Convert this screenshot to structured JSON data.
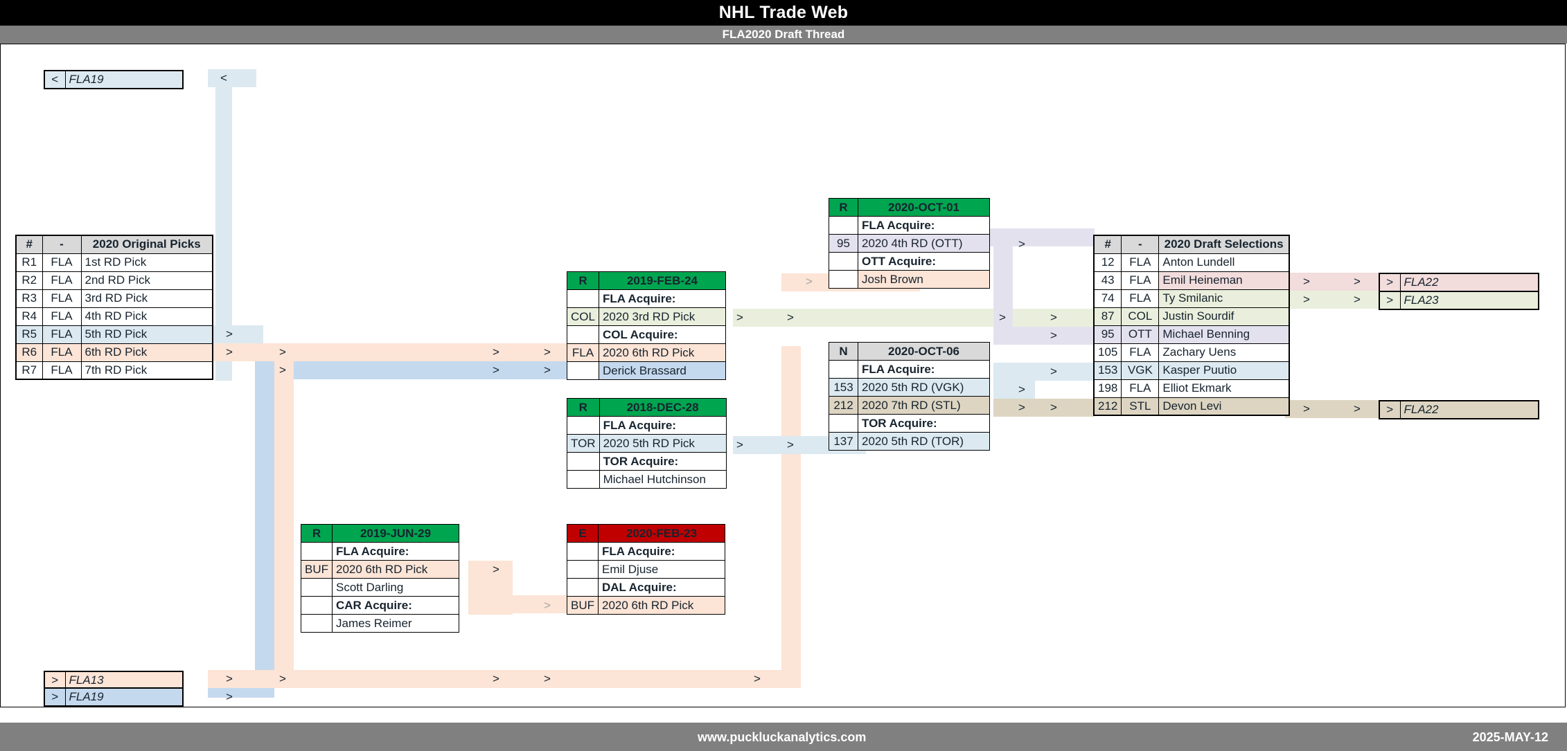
{
  "header": {
    "title": "NHL Trade Web",
    "subtitle": "FLA2020 Draft Thread"
  },
  "footer": {
    "website": "www.puckluckanalytics.com",
    "date": "2025-MAY-12"
  },
  "colors": {
    "trade_green": "#00a550",
    "expansion_red": "#c00000",
    "neutral_gray": "#d9d9d9",
    "band_blue": "#dce9f1",
    "band_orange": "#fce4d6",
    "band_green": "#e9efdc",
    "band_purple": "#e4e1ef",
    "band_tan": "#ddd5c2",
    "band_pink": "#f2dcdc",
    "band_steelblue": "#c5d9ee",
    "band_lightblue": "#d9e8f3",
    "dim_text": "#a6a6a6"
  },
  "tables": {
    "original_picks": {
      "headers": [
        "#",
        "-",
        "2020 Original Picks"
      ],
      "rows": [
        {
          "num": "R1",
          "team": "FLA",
          "pick": "1st RD Pick"
        },
        {
          "num": "R2",
          "team": "FLA",
          "pick": "2nd RD Pick"
        },
        {
          "num": "R3",
          "team": "FLA",
          "pick": "3rd RD Pick"
        },
        {
          "num": "R4",
          "team": "FLA",
          "pick": "4th RD Pick"
        },
        {
          "num": "R5",
          "team": "FLA",
          "pick": "5th RD Pick"
        },
        {
          "num": "R6",
          "team": "FLA",
          "pick": "6th RD Pick"
        },
        {
          "num": "R7",
          "team": "FLA",
          "pick": "7th RD Pick"
        }
      ]
    },
    "draft_selections": {
      "headers": [
        "#",
        "-",
        "2020 Draft Selections"
      ],
      "rows": [
        {
          "num": "12",
          "team": "FLA",
          "player": "Anton Lundell"
        },
        {
          "num": "43",
          "team": "FLA",
          "player": "Emil Heineman"
        },
        {
          "num": "74",
          "team": "FLA",
          "player": "Ty Smilanic"
        },
        {
          "num": "87",
          "team": "COL",
          "player": "Justin Sourdif"
        },
        {
          "num": "95",
          "team": "OTT",
          "player": "Michael Benning"
        },
        {
          "num": "105",
          "team": "FLA",
          "player": "Zachary Uens"
        },
        {
          "num": "153",
          "team": "VGK",
          "player": "Kasper Puutio"
        },
        {
          "num": "198",
          "team": "FLA",
          "player": "Elliot Ekmark"
        },
        {
          "num": "212",
          "team": "STL",
          "player": "Devon Levi"
        }
      ]
    }
  },
  "trades": [
    {
      "id": "trade-2019-feb-24",
      "type": "R",
      "date": "2019-FEB-24",
      "acquire_label": "FLA Acquire:",
      "acquire_items": [
        {
          "tag": "COL",
          "text": "2020 3rd RD Pick"
        }
      ],
      "counter_label": "COL Acquire:",
      "counter_items": [
        {
          "tag": "FLA",
          "text": "2020 6th RD Pick"
        },
        {
          "tag": "",
          "text": "Derick Brassard"
        }
      ]
    },
    {
      "id": "trade-2018-dec-28",
      "type": "R",
      "date": "2018-DEC-28",
      "acquire_label": "FLA Acquire:",
      "acquire_items": [
        {
          "tag": "TOR",
          "text": "2020 5th RD Pick"
        }
      ],
      "counter_label": "TOR Acquire:",
      "counter_items": [
        {
          "tag": "",
          "text": "Michael Hutchinson"
        }
      ]
    },
    {
      "id": "trade-2019-jun-29",
      "type": "R",
      "date": "2019-JUN-29",
      "acquire_label": "FLA Acquire:",
      "acquire_items": [
        {
          "tag": "BUF",
          "text": "2020 6th RD Pick"
        },
        {
          "tag": "",
          "text": "Scott Darling"
        }
      ],
      "counter_label": "CAR Acquire:",
      "counter_items": [
        {
          "tag": "",
          "text": "James Reimer"
        }
      ]
    },
    {
      "id": "trade-2020-feb-23",
      "type": "E",
      "date": "2020-FEB-23",
      "acquire_label": "FLA Acquire:",
      "acquire_items": [
        {
          "tag": "",
          "text": "Emil Djuse"
        }
      ],
      "counter_label": "DAL Acquire:",
      "counter_items": [
        {
          "tag": "BUF",
          "text": "2020 6th RD Pick"
        }
      ]
    },
    {
      "id": "trade-2020-oct-01",
      "type": "R",
      "date": "2020-OCT-01",
      "acquire_label": "FLA Acquire:",
      "acquire_items": [
        {
          "tag": "95",
          "text": "2020 4th RD (OTT)"
        }
      ],
      "counter_label": "OTT Acquire:",
      "counter_items": [
        {
          "tag": "",
          "text": "Josh Brown"
        }
      ]
    },
    {
      "id": "trade-2020-oct-06",
      "type": "N",
      "date": "2020-OCT-06",
      "acquire_label": "FLA Acquire:",
      "acquire_items": [
        {
          "tag": "153",
          "text": "2020 5th RD (VGK)"
        },
        {
          "tag": "212",
          "text": "2020 7th RD (STL)"
        }
      ],
      "counter_label": "TOR Acquire:",
      "counter_items": [
        {
          "tag": "137",
          "text": "2020 5th RD (TOR)"
        }
      ]
    }
  ],
  "side_tags": {
    "top_left": {
      "arrow": "<",
      "label": "FLA19"
    },
    "bottom_left_1": {
      "arrow": ">",
      "label": "FLA13"
    },
    "bottom_left_2": {
      "arrow": ">",
      "label": "FLA19"
    },
    "right_1": {
      "arrow": ">",
      "label": "FLA22"
    },
    "right_2": {
      "arrow": ">",
      "label": "FLA23"
    },
    "right_3": {
      "arrow": ">",
      "label": "FLA22"
    }
  },
  "arrow_glyphs": {
    "forward": ">",
    "backward": "<"
  }
}
